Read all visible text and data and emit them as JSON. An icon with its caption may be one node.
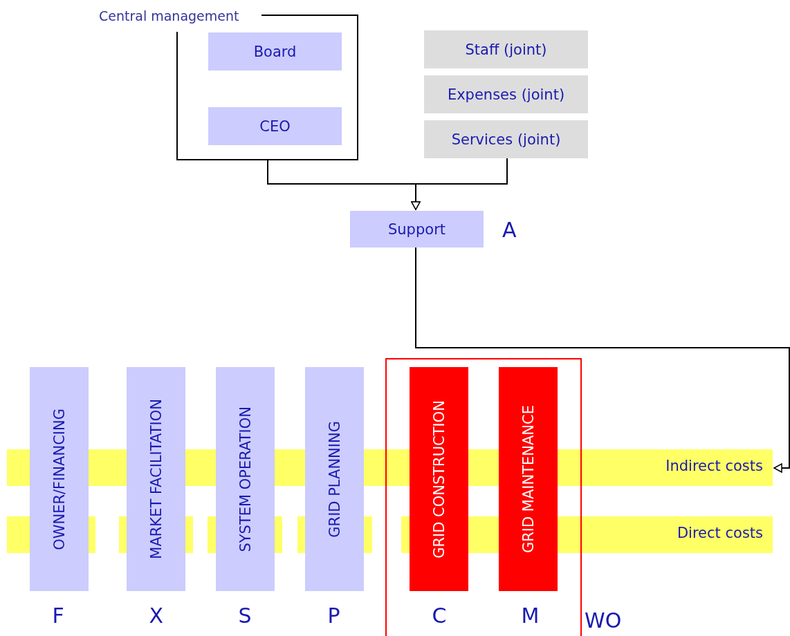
{
  "diagram": {
    "nodes": [
      {
        "text": [
          "Central management"
        ]
      },
      {
        "text": [
          "Board"
        ],
        "in": 0
      },
      {
        "text": [
          "CEO"
        ],
        "in": 0
      },
      {
        "text": [
          "Staff (joint)"
        ]
      },
      {
        "text": [
          "Expenses (joint)"
        ]
      },
      {
        "text": [
          "Services (joint)"
        ]
      },
      {
        "text": [
          "Support"
        ],
        "beside": [
          "A"
        ]
      },
      {
        "text": [
          "Indirect costs"
        ]
      },
      {
        "text": [
          "Direct costs"
        ]
      },
      {
        "text": [
          "OWNER/FINANCING"
        ],
        "beside": [
          "F"
        ]
      },
      {
        "text": [
          "MARKET FACILITATION"
        ],
        "beside": [
          "X"
        ]
      },
      {
        "text": [
          "SYSTEM OPERATION"
        ],
        "beside": [
          "S"
        ]
      },
      {
        "text": [
          "GRID PLANNING"
        ],
        "beside": [
          "P"
        ]
      },
      {
        "text": [
          "WO"
        ]
      },
      {
        "text": [
          "GRID CONSTRUCTION"
        ],
        "in": 13,
        "beside": [
          "C"
        ]
      },
      {
        "text": [
          "GRID MAINTENANCE"
        ],
        "in": 13,
        "beside": [
          "M"
        ]
      }
    ],
    "edges": [
      {
        "from": 0,
        "to": 6,
        "arrow": "to"
      },
      {
        "from": 5,
        "to": 6,
        "arrow": "to"
      },
      {
        "from": 6,
        "to": 7,
        "arrow": "to"
      }
    ]
  }
}
